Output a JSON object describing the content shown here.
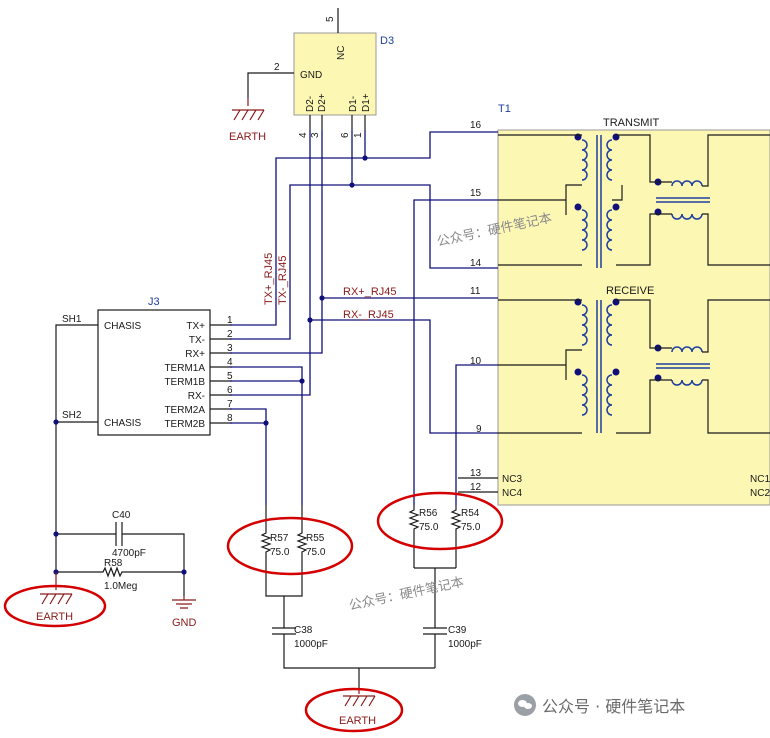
{
  "colors": {
    "wire": "#10107a",
    "net_label": "#8b1a1a",
    "designator": "#1f3fa0",
    "transformer_fill": "#fdf7b4",
    "highlight": "#d40000"
  },
  "d3": {
    "ref": "D3",
    "nc": "NC",
    "gnd": "GND",
    "d2m": "D2-",
    "d2p": "D2+",
    "d1m": "D1-",
    "d1p": "D1+",
    "pin5": "5",
    "pin2": "2",
    "pin4": "4",
    "pin3": "3",
    "pin6": "6",
    "pin1": "1"
  },
  "t1": {
    "ref": "T1",
    "transmit": "TRANSMIT",
    "receive": "RECEIVE",
    "pin16": "16",
    "pin15": "15",
    "pin14": "14",
    "pin11": "11",
    "pin10": "10",
    "pin9": "9",
    "pin13": "13",
    "pin12": "12",
    "nc3": "NC3",
    "nc4": "NC4",
    "nc1r": "NC1",
    "nc2r": "NC2"
  },
  "j3": {
    "ref": "J3",
    "chasis1": "CHASIS",
    "chasis2": "CHASIS",
    "pins": [
      "TX+",
      "TX-",
      "RX+",
      "TERM1A",
      "TERM1B",
      "RX-",
      "TERM2A",
      "TERM2B"
    ],
    "nums": [
      "1",
      "2",
      "3",
      "4",
      "5",
      "6",
      "7",
      "8"
    ]
  },
  "nets": {
    "sh1": "SH1",
    "sh2": "SH2",
    "txp": "TX+_RJ45",
    "txm": "TX-_RJ45",
    "rxp": "RX+_RJ45",
    "rxm": "RX-_RJ45"
  },
  "parts": {
    "r57": {
      "ref": "R57",
      "value": "75.0"
    },
    "r55": {
      "ref": "R55",
      "value": "75.0"
    },
    "r56": {
      "ref": "R56",
      "value": "75.0"
    },
    "r54": {
      "ref": "R54",
      "value": "75.0"
    },
    "c40": {
      "ref": "C40",
      "value": "4700pF"
    },
    "r58": {
      "ref": "R58",
      "value": "1.0Meg"
    },
    "c38": {
      "ref": "C38",
      "value": "1000pF"
    },
    "c39": {
      "ref": "C39",
      "value": "1000pF"
    }
  },
  "power": {
    "earth1": "EARTH",
    "earth2": "EARTH",
    "earth3": "EARTH",
    "gnd": "GND"
  },
  "watermark": {
    "text1": "公众号：硬件笔记本",
    "text2": "公众号：硬件笔记本",
    "badge": "公众号 · 硬件笔记本"
  }
}
